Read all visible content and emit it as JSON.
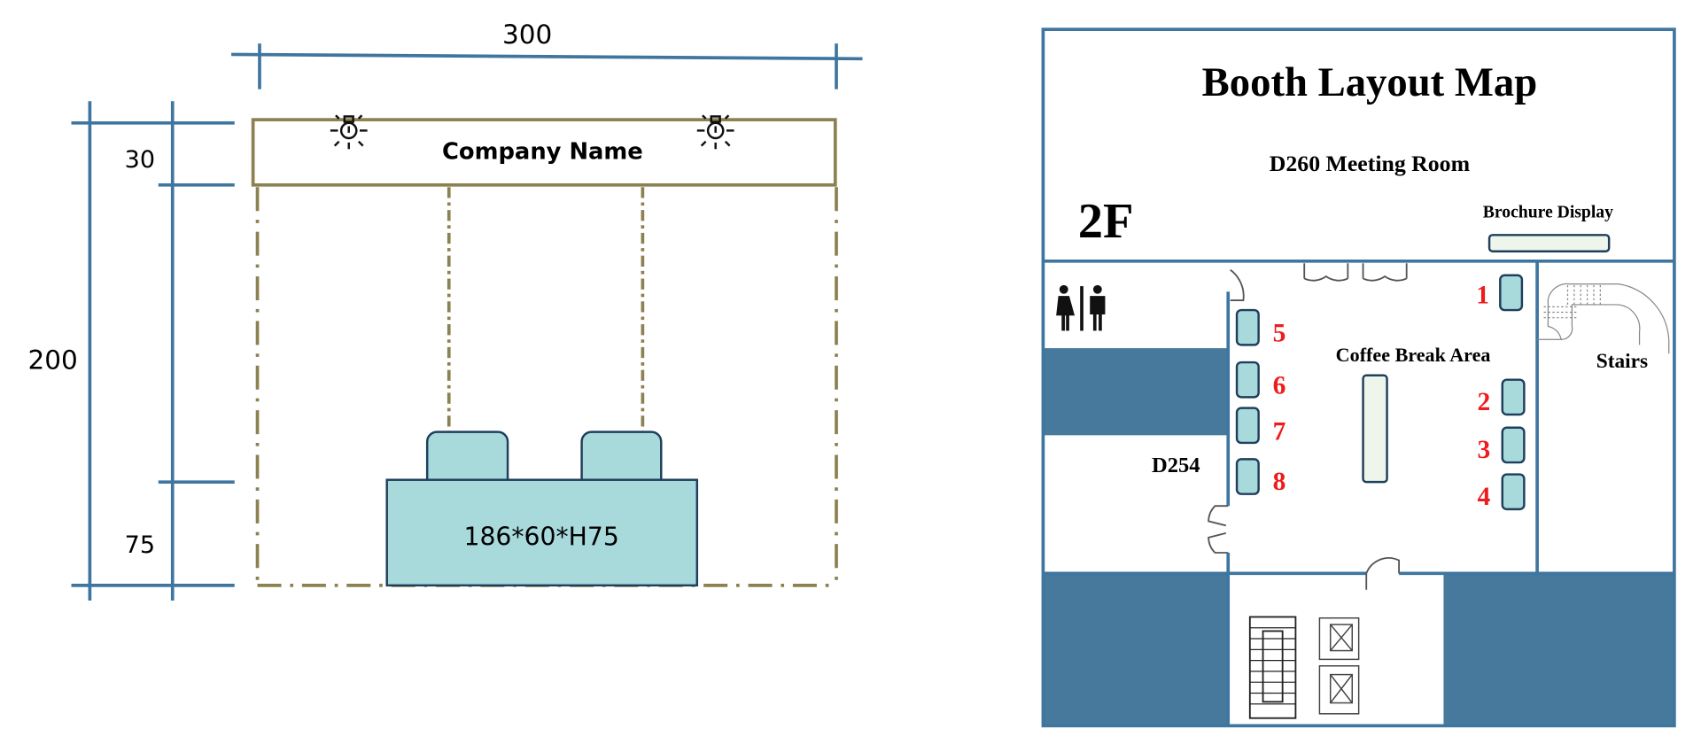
{
  "booth_spec": {
    "width_label": "300",
    "height_label": "200",
    "header_height_label": "30",
    "desk_height_label": "75",
    "company_name": "Company Name",
    "desk_label": "186*60*H75",
    "icons": [
      "light-bulb-icon",
      "light-bulb-icon"
    ]
  },
  "floor_map": {
    "title": "Booth Layout Map",
    "floor": "2F",
    "meeting_room": "D260 Meeting Room",
    "brochure_display": "Brochure Display",
    "coffee_area": "Coffee Break Area",
    "room_d254": "D254",
    "stairs": "Stairs",
    "booths": [
      "1",
      "2",
      "3",
      "4",
      "5",
      "6",
      "7",
      "8"
    ],
    "colors": {
      "wall": "#3f76a0",
      "dark_block": "#46799b",
      "booth": "#a8dadc",
      "booth_number": "#ee1c1c"
    }
  }
}
